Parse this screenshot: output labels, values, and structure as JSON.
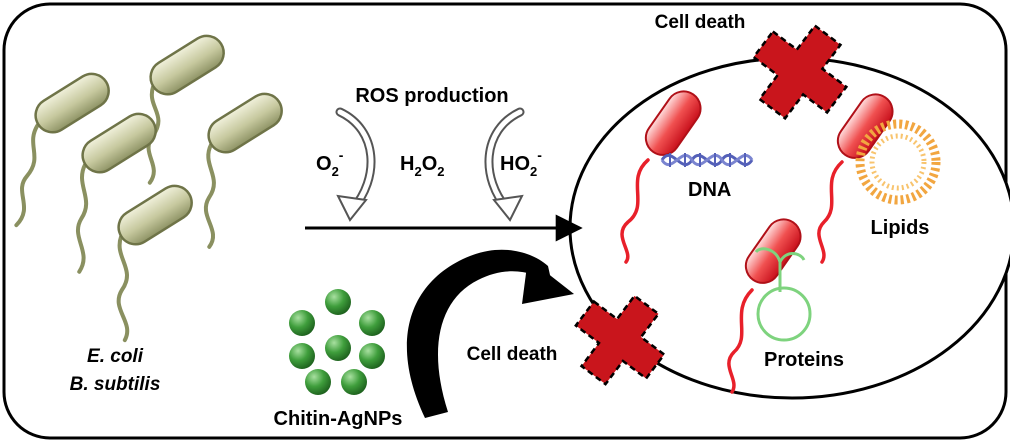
{
  "labels": {
    "cell_death_top": "Cell death",
    "cell_death_bottom": "Cell death",
    "ros_production": "ROS production",
    "superoxide": "O",
    "superoxide_sub": "2",
    "superoxide_sup": "-",
    "peroxide_h": "H",
    "peroxide_sub1": "2",
    "peroxide_o": "O",
    "peroxide_sub2": "2",
    "hydroperoxyl": "HO",
    "hydroperoxyl_sub": "2",
    "hydroperoxyl_sup": "-",
    "dna": "DNA",
    "lipids": "Lipids",
    "proteins": "Proteins",
    "ecoli": "E. coli",
    "bsubtilis": "B. subtilis",
    "nanoparticles": "Chitin-AgNPs"
  },
  "colors": {
    "frame": "#000000",
    "healthy_bacteria": "#b9bd8c",
    "healthy_bacteria_flagella": "#8a9060",
    "damaged_bacteria": "#e8202a",
    "death_cross": "#c9151c",
    "dna_helix": "#5460b8",
    "lipid_ring": "#f2a640",
    "protein": "#7ed37e",
    "nanoparticle": "#2e8b2e"
  }
}
